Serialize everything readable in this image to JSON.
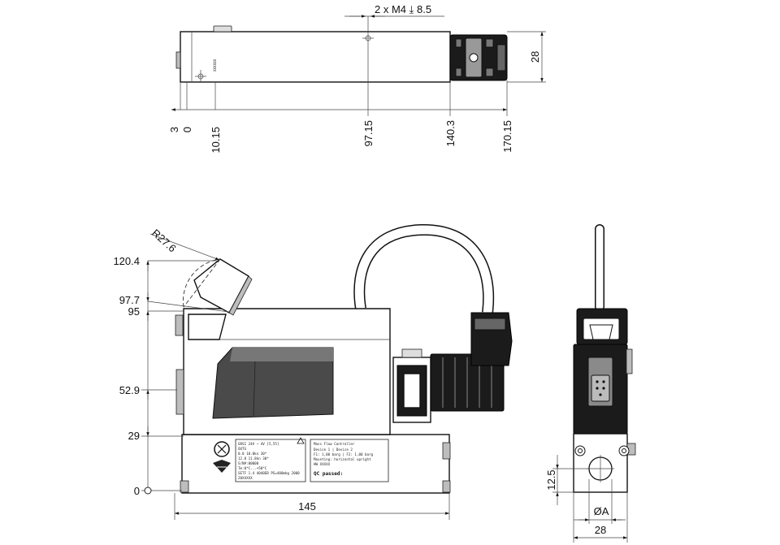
{
  "top_view": {
    "hole_callout": "2 x M4 ⤓ 8.5",
    "height_dim": "28",
    "x_dims": [
      "3",
      "0",
      "10.15",
      "97.15",
      "140.3",
      "170.15"
    ],
    "serial_marking": "XXXXXX"
  },
  "front_view": {
    "radius_dim": "R27.6",
    "y_dims": [
      "120.4",
      "97.7",
      "95",
      "52.9",
      "29",
      "0"
    ],
    "width_dim": "145",
    "label_left": [
      "GRSI 24V ~ 4V [5,55]",
      "OUTG",
      "0.0  10.0kn 30*",
      "12.8  11.8kn 30*",
      "S/N#:00000",
      "Tm:0*C...+50*C",
      "SETF 1.4 4040EB PS=400mbg 2000",
      "20XXXXX"
    ],
    "label_right_title": "Mass Flow Controller",
    "label_right": [
      "Device 1     | Device 2",
      "F1: 1,00 barg | F2: 1,00 barg",
      "Mounting: horizontal upright",
      "HW XXXXX"
    ],
    "qc_text": "QC passed:"
  },
  "side_view": {
    "height_dim": "12.5",
    "diameter_dim": "ØA",
    "width_dim": "28"
  }
}
